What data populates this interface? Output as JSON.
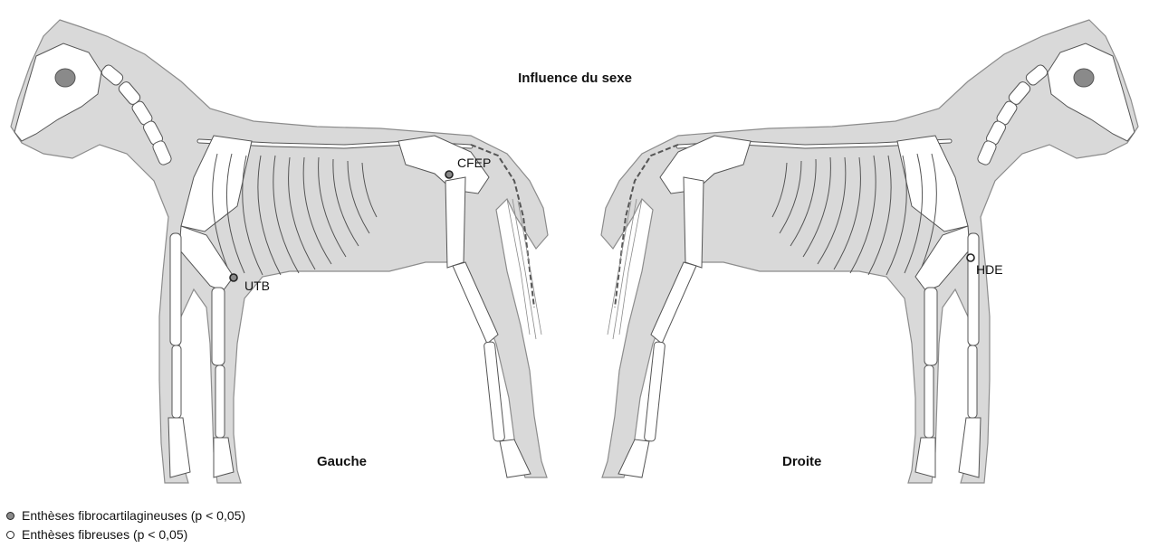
{
  "title": "Influence du sexe",
  "sides": {
    "left": "Gauche",
    "right": "Droite"
  },
  "points": [
    {
      "id": "CFEP",
      "label": "CFEP",
      "type": "fibrocartilagineuse"
    },
    {
      "id": "UTB",
      "label": "UTB",
      "type": "fibrocartilagineuse"
    },
    {
      "id": "HDE",
      "label": "HDE",
      "type": "fibreuse"
    }
  ],
  "legend": [
    {
      "label": "Enthèses fibrocartilagineuses (p < 0,05)",
      "marker": "filled"
    },
    {
      "label": "Enthèses fibreuses (p < 0,05)",
      "marker": "open"
    }
  ],
  "colors": {
    "body": "#d9d9d9",
    "outline": "#8c8c8c",
    "bone": "#ffffff",
    "bone_outline": "#555555",
    "filled_marker": "#8a8a8a"
  }
}
